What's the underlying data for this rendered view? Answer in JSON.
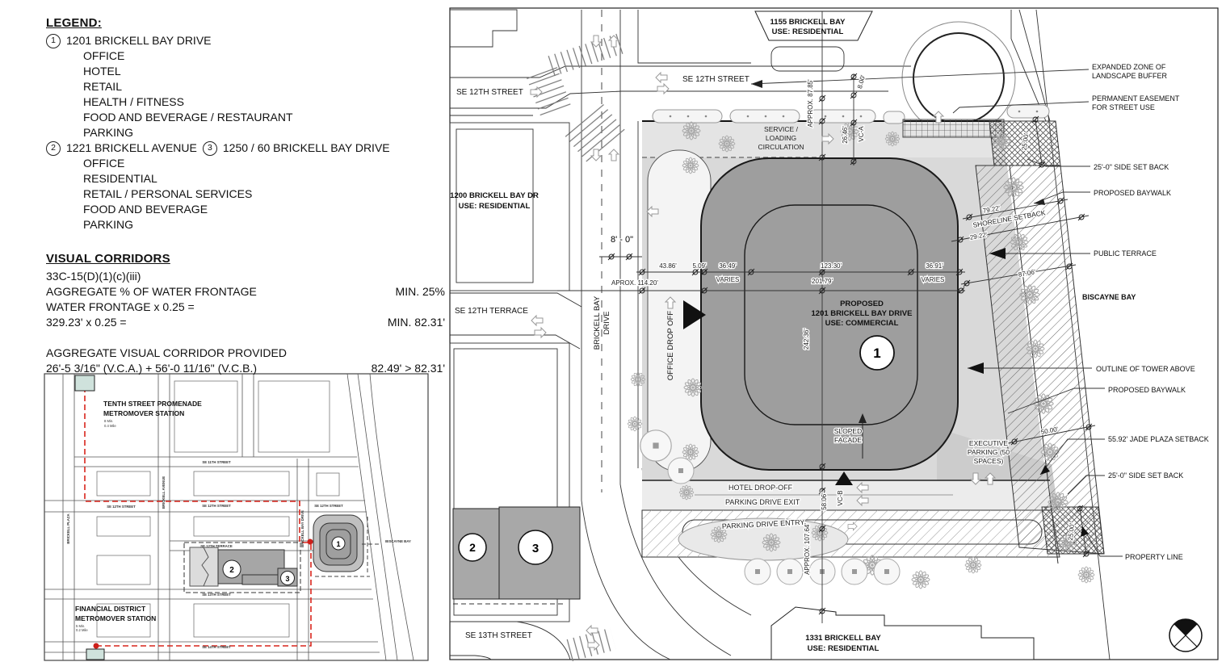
{
  "legend": {
    "title": "LEGEND:",
    "item1_num": "1",
    "item1_address": "1201 BRICKELL BAY DRIVE",
    "item1_uses": [
      "OFFICE",
      "HOTEL",
      "RETAIL",
      "HEALTH / FITNESS",
      "FOOD AND BEVERAGE / RESTAURANT",
      "PARKING"
    ],
    "item2_num": "2",
    "item2_address": "1221 BRICKELL AVENUE",
    "item3_num": "3",
    "item3_address": "1250 / 60 BRICKELL BAY DRIVE",
    "item23_uses": [
      "OFFICE",
      "RESIDENTIAL",
      "RETAIL / PERSONAL SERVICES",
      "FOOD AND BEVERAGE",
      "PARKING"
    ]
  },
  "visual_corridors": {
    "title": "VISUAL CORRIDORS",
    "code_ref": "33C-15(D)(1)(c)(iii)",
    "row1_label": "AGGREGATE % OF WATER FRONTAGE",
    "row1_value": "MIN. 25%",
    "row2_label": "WATER FRONTAGE x 0.25 =",
    "row3_label": "329.23' x 0.25 =",
    "row3_value": "MIN. 82.31'",
    "provided_title": "AGGREGATE VISUAL CORRIDOR PROVIDED",
    "provided_calc": "26'-5 3/16\" (V.C.A.) + 56'-0 11/16\" (V.C.B.)",
    "provided_value": "82.49' > 82.31'"
  },
  "inset_map": {
    "station_top_line1": "TENTH STREET PROMENADE",
    "station_top_line2": "METROMOVER STATION",
    "station_top_sub1": "8 Min.",
    "station_top_sub2": "0.4 Mile",
    "station_bottom_line1": "FINANCIAL DISTRICT",
    "station_bottom_line2": "METROMOVER STATION",
    "station_bottom_sub1": "5 Min.",
    "station_bottom_sub2": "0.2 Mile",
    "street_se11": "SE 11TH STREET",
    "street_se12": "SE 12TH STREET",
    "street_se12_terrace": "SE 12TH TERRACE",
    "street_se13": "SE 13TH STREET",
    "street_se14": "SE 14TH STREET",
    "street_brickell_plaza": "BRICKELL PLAZA",
    "street_brickell_avenue": "BRICKELL AVENUE",
    "street_brickell_bay_drive": "BRICKELL BAY DRIVE",
    "bay_label": "BISCAYNE BAY",
    "marker1": "1",
    "marker2": "2",
    "marker3": "3",
    "route_color": "#d9251c"
  },
  "site_plan": {
    "streets": {
      "se12_left": "SE 12TH STREET",
      "se12_center": "SE 12TH STREET",
      "se12_terrace": "SE 12TH TERRACE",
      "se13": "SE 13TH STREET",
      "brickell_bay_line1": "BRICKELL BAY",
      "brickell_bay_line2": "DRIVE"
    },
    "neighbors": {
      "n1155_line1": "1155 BRICKELL BAY",
      "n1155_line2": "USE: RESIDENTIAL",
      "n1200_line1": "1200 BRICKELL BAY DR",
      "n1200_line2": "USE: RESIDENTIAL",
      "n1331_line1": "1331 BRICKELL BAY",
      "n1331_line2": "USE: RESIDENTIAL"
    },
    "proposed": {
      "line1": "PROPOSED",
      "line2": "1201 BRICKELL BAY DRIVE",
      "line3": "USE: COMMERCIAL",
      "marker": "1"
    },
    "markers": {
      "b2": "2",
      "b3": "3"
    },
    "areas": {
      "service_line1": "SERVICE /",
      "service_line2": "LOADING",
      "service_line3": "CIRCULATION",
      "office_dropoff": "OFFICE DROP OFF",
      "hotel_dropoff": "HOTEL DROP-OFF",
      "parking_exit": "PARKING DRIVE EXIT",
      "parking_entry": "PARKING DRIVE ENTRY",
      "sloped_line1": "SLOPED",
      "sloped_line2": "FACADE",
      "exec_line1": "EXECUTIVE",
      "exec_line2": "PARKING (50",
      "exec_line3": "SPACES)"
    },
    "dims": {
      "approx_8785": "APPROX. 87.85'",
      "d800": "8.00'",
      "d2646": "26.46'",
      "vca": "VC-A",
      "d2500_top": "25.00'",
      "d7922": "79.22'",
      "shoreline_setback": "SHORELINE SETBACK",
      "d2922": "29.22'",
      "d8706": "87.06'",
      "d5000": "50.00'",
      "d2500_bottom": "25.00'",
      "d4386": "43.86'",
      "d509": "5.09'",
      "d3649": "36.49'",
      "d12330": "123.30'",
      "d3691": "36.91'",
      "varies_left": "VARIES",
      "d20179": "201.79'",
      "varies_right": "VARIES",
      "d24236": "242.36'",
      "aprox_11420": "APROX. 114.20'",
      "d8ft": "8' - 0\"",
      "d5806": "58.06'",
      "vcb": "VC-B",
      "approx_10764": "APPROX. 107.64'"
    },
    "callouts": {
      "expanded_zone_line1": "EXPANDED ZONE OF",
      "expanded_zone_line2": "LANDSCAPE BUFFER",
      "permanent_easement_line1": "PERMANENT EASEMENT",
      "permanent_easement_line2": "FOR STREET USE",
      "side_setback_top": "25'-0\" SIDE SET BACK",
      "proposed_baywalk_top": "PROPOSED BAYWALK",
      "public_terrace": "PUBLIC TERRACE",
      "biscayne_bay": "BISCAYNE BAY",
      "outline_tower": "OUTLINE OF TOWER ABOVE",
      "proposed_baywalk_bottom": "PROPOSED BAYWALK",
      "jade_plaza": "55.92' JADE PLAZA SETBACK",
      "side_setback_bottom": "25'-0\" SIDE SET BACK",
      "property_line": "PROPERTY LINE"
    },
    "colors": {
      "building": "#9e9e9e",
      "plaza": "#d9d9d9",
      "band": "#e4e4e4",
      "exec": "#cccccc"
    }
  }
}
